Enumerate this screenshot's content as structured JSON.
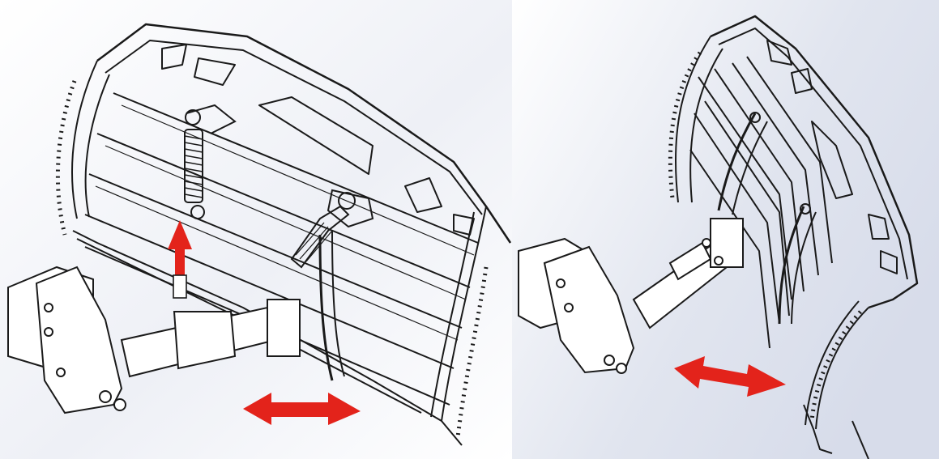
{
  "figure": {
    "panels": [
      {
        "id": "left",
        "view": "blade-angled-with-springs",
        "arrows": [
          "lift-arrow",
          "slide-double-arrow"
        ]
      },
      {
        "id": "right",
        "view": "blade-rotated-side",
        "arrows": [
          "slide-double-arrow"
        ]
      }
    ],
    "colors": {
      "arrow": "#e3231b",
      "line": "#1a1a1a",
      "background_light": "#ffffff",
      "background_shade": "#dfe3ee"
    }
  }
}
